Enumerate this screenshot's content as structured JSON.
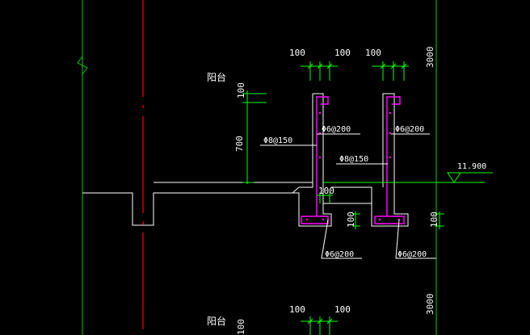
{
  "labels": {
    "room_top": "阳台",
    "room_bottom": "阳台",
    "dim_100_a": "100",
    "dim_100_b": "100",
    "dim_100_c": "100",
    "dim_3000_top": "3000",
    "dim_100_left": "100",
    "dim_700": "700",
    "rebar_6_200_a": "Φ6@200",
    "rebar_6_200_b": "Φ6@200",
    "rebar_8_150_a": "Φ8@150",
    "rebar_8_150_b": "Φ8@150",
    "elevation": "11.900",
    "dim_100_mid": "100",
    "dim_100_small_a": "100",
    "dim_100_small_b": "100",
    "rebar_6_200_c": "Φ6@200",
    "rebar_6_200_d": "Φ6@200",
    "dim_100_bot_a": "100",
    "dim_100_bot_b": "100",
    "dim_3000_bot": "3000",
    "dim_100_bot_left": "100"
  },
  "colors": {
    "background": "#000000",
    "axis_green": "#00cc00",
    "dimension_green": "#00ff00",
    "center_red": "#ff0000",
    "outline_white": "#ffffff",
    "rebar_magenta": "#ff00ff",
    "text_white": "#ffffff"
  }
}
